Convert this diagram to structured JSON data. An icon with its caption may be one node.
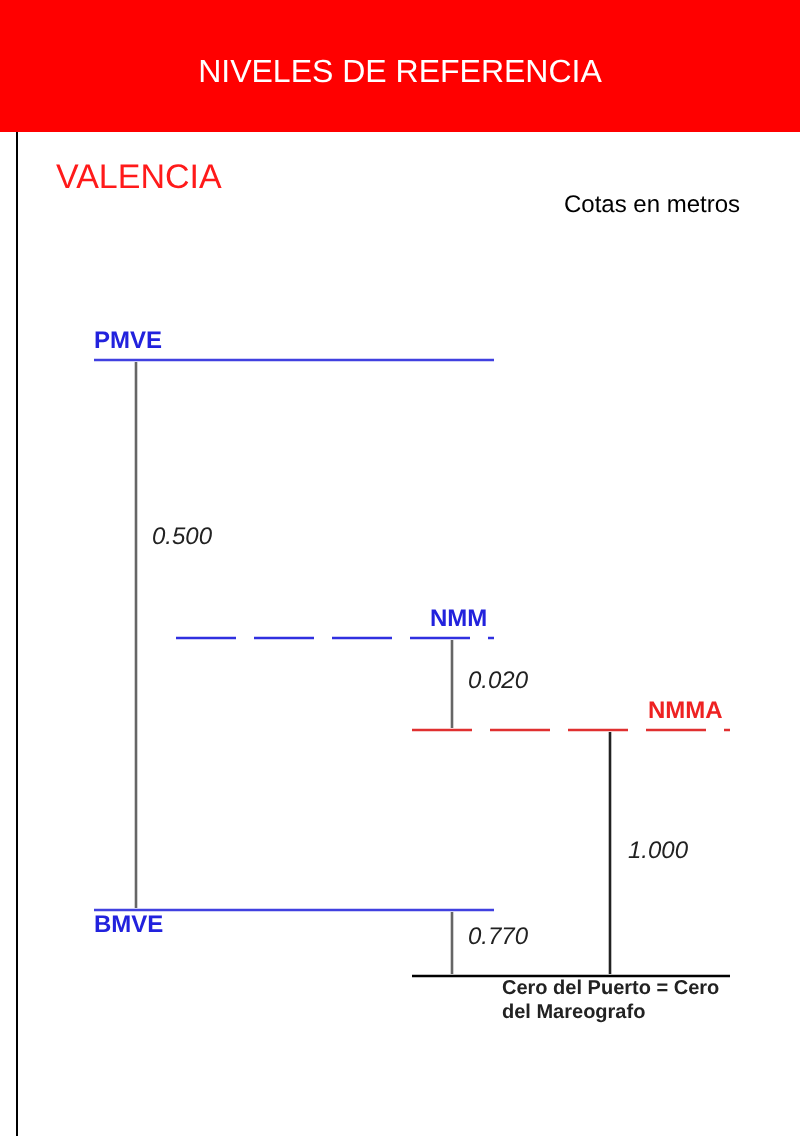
{
  "diagram": {
    "title": "NIVELES DE REFERENCIA",
    "labels": [
      "VALENCIA",
      "Cotas en metros",
      "PMVE",
      "0.500",
      "NMM",
      "0.020",
      "NMMA",
      "1.000",
      "BMVE",
      "0.770",
      "Cero del Puerto = Cero del Mareografo"
    ]
  }
}
